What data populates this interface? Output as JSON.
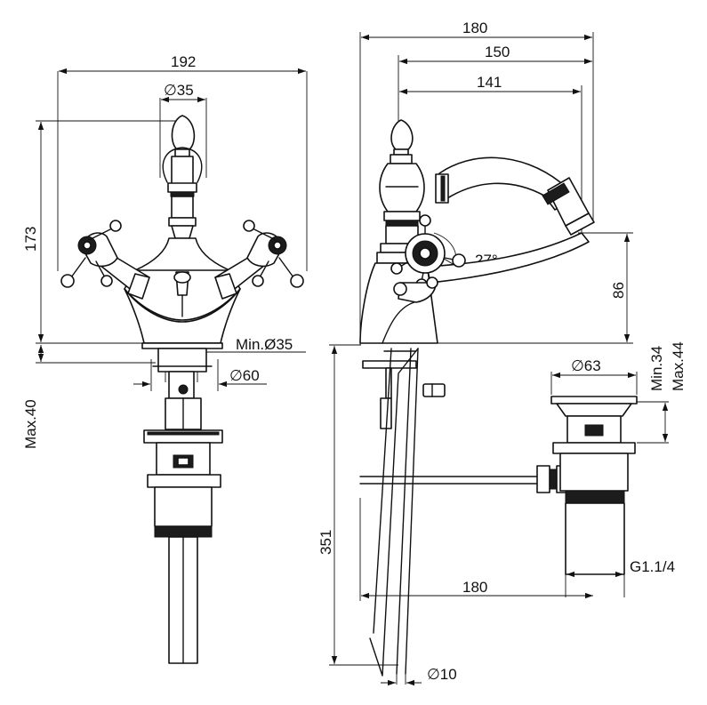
{
  "dimensions": {
    "front_width": "192",
    "front_spout_diameter": "∅35",
    "front_height": "173",
    "front_hole_min": "Min.Ø35",
    "front_flange_diameter": "∅60",
    "front_max_thickness": "Max.40",
    "side_width_total": "180",
    "side_width_150": "150",
    "side_reach_141": "141",
    "side_angle": "27°",
    "side_spout_height": "86",
    "waste_diameter": "∅63",
    "waste_min": "Min.34",
    "waste_max": "Max.44",
    "rod_length": "351",
    "rod_reach": "180",
    "waste_thread": "G1.1/4",
    "rod_diameter": "∅10"
  }
}
